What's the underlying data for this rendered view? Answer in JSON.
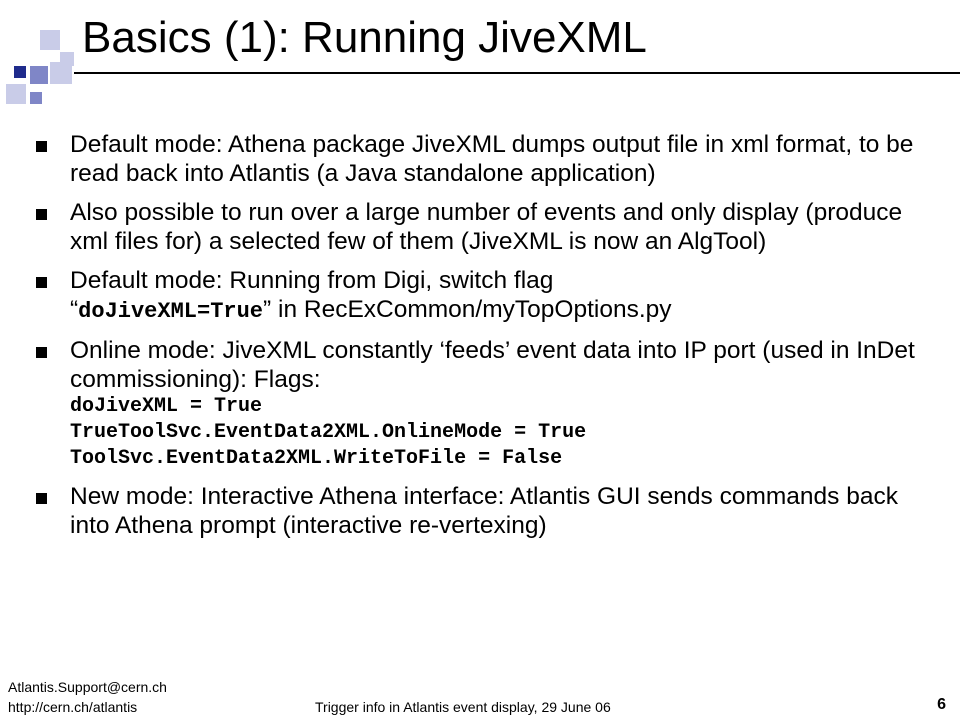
{
  "slide": {
    "title": "Basics (1): Running JiveXML",
    "logo_icon": "decorative-squares-icon",
    "colors": {
      "logo_dark": "#1f2b8c",
      "logo_mid": "#7f86c7",
      "logo_light": "#c9cce8",
      "text": "#000000"
    }
  },
  "bullets": [
    {
      "text": "Default mode: Athena package JiveXML dumps output file in xml format, to be read back into Atlantis (a Java standalone application)"
    },
    {
      "text": "Also possible to run over a large number of events and only display (produce xml files for) a selected few of them (JiveXML is now an AlgTool)"
    },
    {
      "prefix": "Default mode: Running from Digi, switch flag",
      "open_quote": "“",
      "code": "doJiveXML=True",
      "close_quote": "”",
      "suffix": " in RecExCommon/myTopOptions.py"
    },
    {
      "text": "Online mode: JiveXML constantly ‘feeds’ event data into IP port (used in InDet commissioning): Flags:",
      "code_lines": [
        "doJiveXML = True",
        "TrueToolSvc.EventData2XML.OnlineMode = True",
        "ToolSvc.EventData2XML.WriteToFile = False"
      ]
    },
    {
      "text": "New mode: Interactive Athena interface: Atlantis GUI sends commands back into Athena prompt (interactive re-vertexing)"
    }
  ],
  "footer": {
    "email": "Atlantis.Support@cern.ch",
    "url": "http://cern.ch/atlantis",
    "center": "Trigger info in Atlantis event display, 29 June 06",
    "page": "6"
  }
}
